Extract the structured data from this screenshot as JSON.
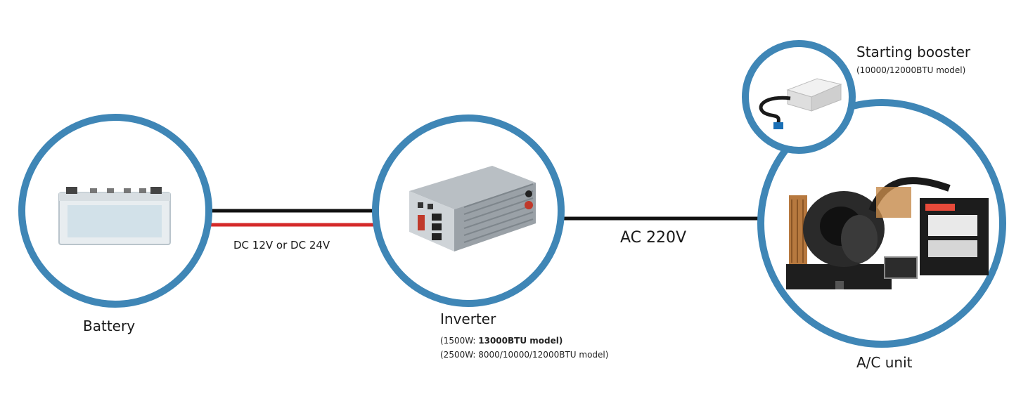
{
  "colors": {
    "ring": "#3f86b6",
    "wire_black": "#111111",
    "wire_red": "#d42a2a"
  },
  "battery": {
    "label": "Battery",
    "icon": "battery-icon"
  },
  "dc_wire": {
    "label": "DC 12V or DC 24V"
  },
  "inverter": {
    "label": "Inverter",
    "note_line1_prefix": "(1500W: ",
    "note_line1_bold": "13000BTU model)",
    "note_line2": "(2500W: 8000/10000/12000BTU model)",
    "icon": "power-inverter-icon"
  },
  "ac_wire": {
    "label": "AC 220V"
  },
  "booster": {
    "label": "Starting booster",
    "note": "(10000/12000BTU model)",
    "icon": "starting-booster-icon"
  },
  "ac_unit": {
    "label": "A/C unit",
    "icon": "ac-unit-icon"
  }
}
